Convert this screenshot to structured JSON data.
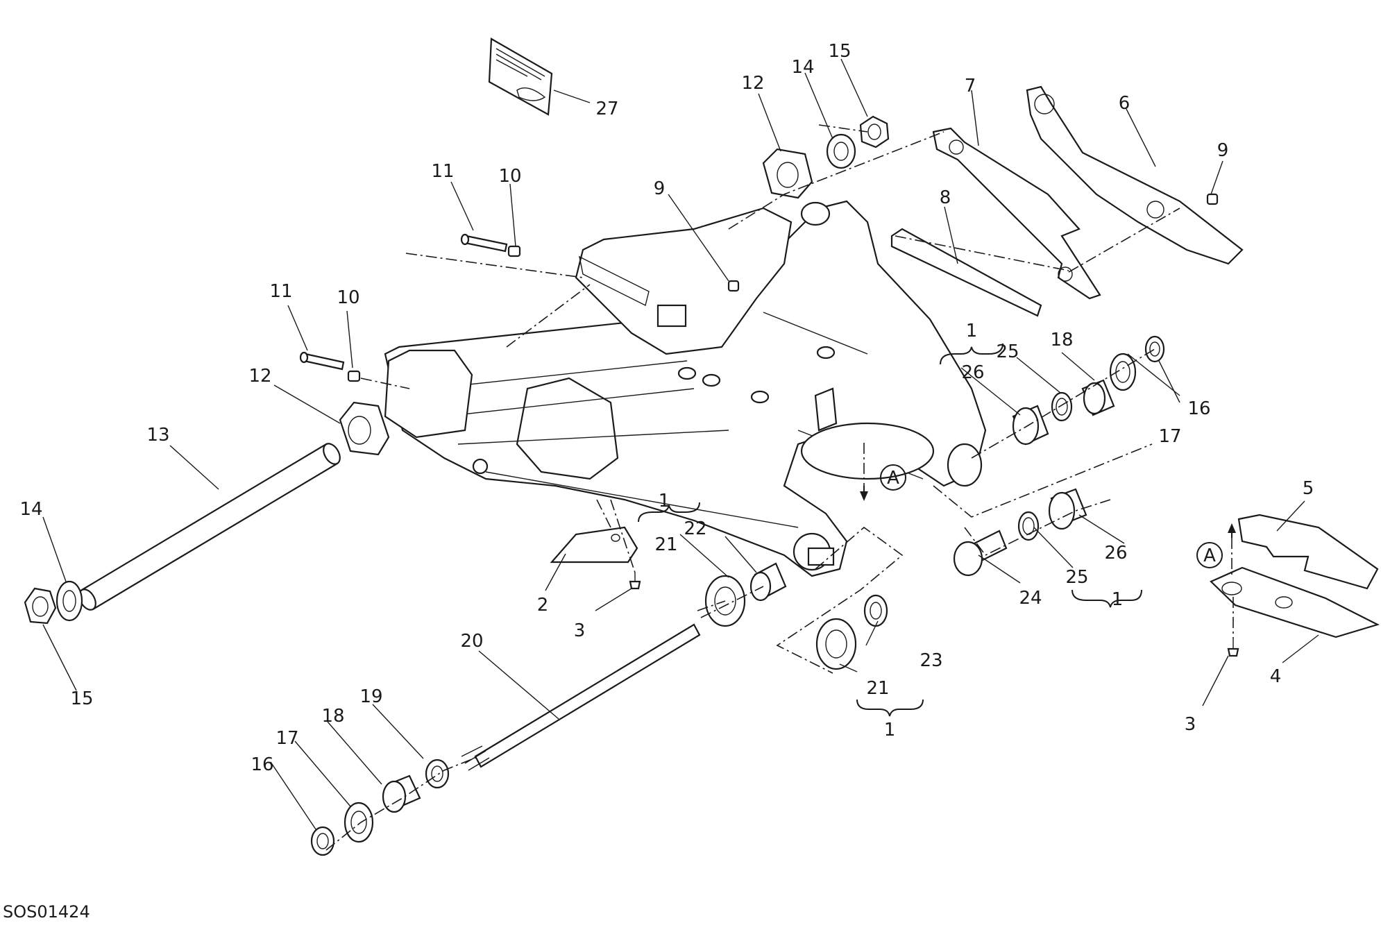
{
  "drawing_code": "SOS01424",
  "view_marker": "A",
  "callouts": {
    "c1": "1",
    "c2": "2",
    "c3": "3",
    "c4": "4",
    "c5": "5",
    "c6": "6",
    "c7": "7",
    "c8": "8",
    "c9": "9",
    "c10": "10",
    "c11": "11",
    "c12": "12",
    "c13": "13",
    "c14": "14",
    "c15": "15",
    "c16": "16",
    "c17": "17",
    "c18": "18",
    "c19": "19",
    "c20": "20",
    "c21": "21",
    "c22": "22",
    "c23": "23",
    "c24": "24",
    "c25": "25",
    "c26": "26",
    "c27": "27"
  }
}
